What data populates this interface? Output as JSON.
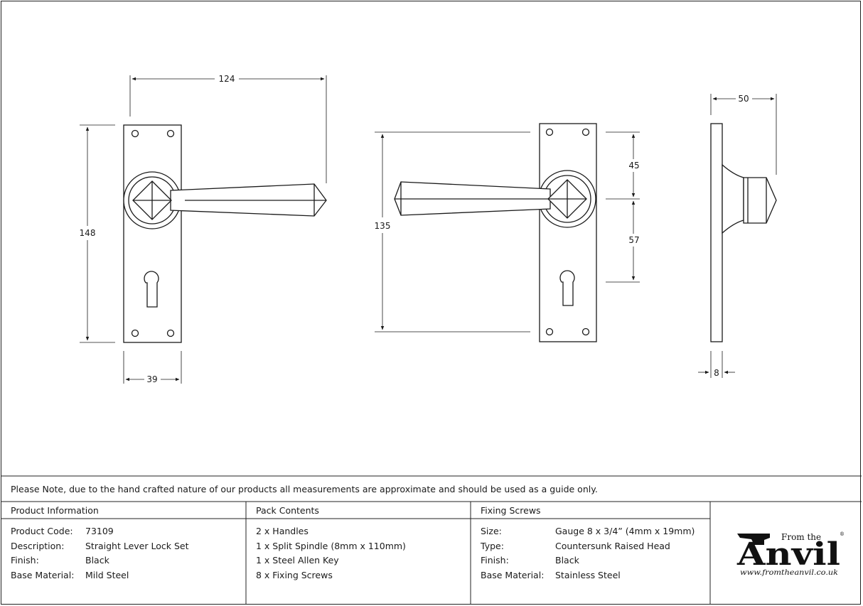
{
  "dimensions": {
    "front_width": "124",
    "front_height": "148",
    "plate_width": "39",
    "side_height": "135",
    "upper_offset": "45",
    "lower_offset": "57",
    "projection": "50",
    "plate_thickness": "8"
  },
  "note": "Please Note, due to the hand crafted nature of our products all measurements are approximate and should be used as a guide only.",
  "product_information": {
    "title": "Product Information",
    "rows": [
      {
        "label": "Product Code:",
        "value": "73109"
      },
      {
        "label": "Description:",
        "value": "Straight Lever Lock Set"
      },
      {
        "label": "Finish:",
        "value": "Black"
      },
      {
        "label": "Base Material:",
        "value": "Mild Steel"
      }
    ]
  },
  "pack_contents": {
    "title": "Pack Contents",
    "items": [
      "2 x Handles",
      "1 x Split Spindle (8mm x 110mm)",
      "1 x Steel Allen Key",
      "8 x Fixing Screws"
    ]
  },
  "fixing_screws": {
    "title": "Fixing Screws",
    "rows": [
      {
        "label": "Size:",
        "value": "Gauge 8 x 3/4” (4mm x 19mm)"
      },
      {
        "label": "Type:",
        "value": "Countersunk Raised Head"
      },
      {
        "label": "Finish:",
        "value": "Black"
      },
      {
        "label": "Base Material:",
        "value": "Stainless Steel"
      }
    ]
  },
  "logo": {
    "from_the": "From the",
    "brand": "Anvil",
    "registered": "®",
    "url": "www.fromtheanvil.co.uk"
  }
}
